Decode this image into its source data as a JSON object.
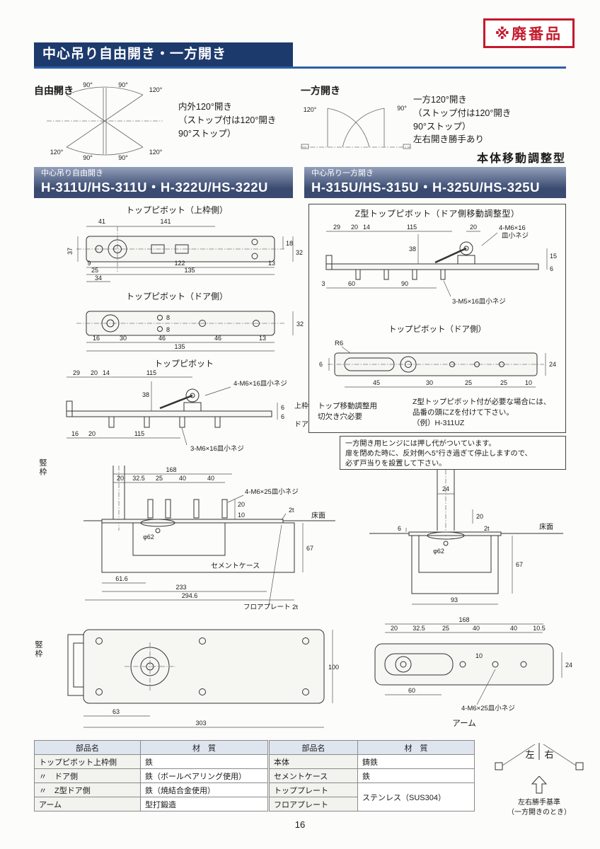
{
  "colors": {
    "accent_red": "#c41a2d",
    "navy": "#1d3a6d",
    "blue_line": "#2e5fa3",
    "header_grad_top": "#93a0bb",
    "header_grad_bottom": "#3a4a70",
    "table_header_bg": "#dfe5ef"
  },
  "badge": "※廃番品",
  "header": {
    "title": "中心吊り自由開き・一方開き",
    "adjust_type": "本体移動調整型",
    "page_number": "16"
  },
  "swing_free": {
    "label": "自由開き",
    "desc": [
      "内外120°開き",
      "（ストップ付は120°開き",
      "90°ストップ）"
    ],
    "angle_120": "120°",
    "angle_90": "90°"
  },
  "swing_one": {
    "label": "一方開き",
    "desc": [
      "一方120°開き",
      "（ストップ付は120°開き",
      "90°ストップ）",
      "左右開き勝手あり"
    ],
    "angle_120": "120°",
    "angle_90": "90°"
  },
  "model_left": {
    "category": "中心吊り自由開き",
    "numbers": "H-311U/HS-311U・H-322U/HS-322U"
  },
  "model_right": {
    "category": "中心吊り一方開き",
    "numbers": "H-315U/HS-315U・H-325U/HS-325U"
  },
  "tate": "竪枠",
  "d1": {
    "label": "トップピボット（上枠側）",
    "dims": [
      "41",
      "141",
      "37",
      "18",
      "32",
      "9",
      "122",
      "13",
      "25",
      "135",
      "34"
    ]
  },
  "d2": {
    "label": "トップピボット（ドア側）",
    "dims": [
      "8",
      "8",
      "32",
      "16",
      "30",
      "46",
      "46",
      "13",
      "135"
    ]
  },
  "d3": {
    "label": "トップピボット",
    "dims": [
      "29",
      "20",
      "14",
      "115",
      "38",
      "6",
      "6",
      "16",
      "20",
      "115"
    ],
    "screw_top": "4-M6×16皿小ネジ",
    "screw_bottom": "3-M6×16皿小ネジ",
    "upper_frame": "上枠",
    "door": "ドア"
  },
  "z": {
    "title": "Z型トップピボット（ドア側移動調整型）",
    "d1": [
      "29",
      "20",
      "14",
      "115",
      "20",
      "38",
      "15",
      "6",
      "3",
      "60",
      "90"
    ],
    "screw1a": "4-M6×16",
    "screw1b": "皿小ネジ",
    "screw2": "3-M5×16皿小ネジ",
    "sub_label": "トップピボット（ドア側）",
    "d2": [
      "R6",
      "6",
      "24",
      "45",
      "30",
      "25",
      "25",
      "10"
    ],
    "note1": [
      "トップ移動調整用",
      "切欠き穴必要"
    ],
    "note2": [
      "Z型トップピボット付が必要な場合には、",
      "品番の頭にZを付けて下さい。",
      "（例）H-311UZ"
    ]
  },
  "caution": [
    "一方開き用ヒンジには押し代がついています。",
    "扉を閉めた時に、反対側へ5°行き過ぎて停止しますので、",
    "必ず戸当りを設置して下さい。"
  ],
  "c1": {
    "dims": [
      "168",
      "20",
      "32.5",
      "25",
      "40",
      "40",
      "20",
      "10",
      "61.6",
      "233",
      "294.6",
      "67"
    ],
    "screw": "4-M6×25皿小ネジ",
    "phi": "φ62",
    "t2": "2t",
    "label_floor": "床面",
    "label_case": "セメントケース",
    "label_plate": "フロアプレート 2t"
  },
  "c2": {
    "dims": [
      "24",
      "20",
      "6",
      "93",
      "67"
    ],
    "phi": "φ62",
    "t2": "2t",
    "floor": "床面"
  },
  "p1": {
    "dims": [
      "63",
      "303",
      "100"
    ]
  },
  "p2": {
    "dims": [
      "168",
      "20",
      "32.5",
      "25",
      "40",
      "40",
      "10.5",
      "10",
      "24",
      "60"
    ],
    "screw": "4-M6×25皿小ネジ",
    "label": "アーム"
  },
  "tables": {
    "left": {
      "h": [
        "部品名",
        "材　質"
      ],
      "rows": [
        [
          "トップピボット上枠側",
          "鉄"
        ],
        [
          "〃　ドア側",
          "鉄（ボールベアリング使用）"
        ],
        [
          "〃　Z型ドア側",
          "鉄（焼結合金使用）"
        ],
        [
          "アーム",
          "型打鍛造"
        ]
      ]
    },
    "right": {
      "h": [
        "部品名",
        "材　質"
      ],
      "rows": [
        [
          "本体",
          "鋳鉄"
        ],
        [
          "セメントケース",
          "鉄"
        ],
        [
          "トッププレート",
          "ステンレス（SUS304）"
        ],
        [
          "フロアプレート",
          ""
        ]
      ]
    }
  },
  "handing": {
    "left": "左",
    "right": "右",
    "caption": [
      "左右勝手基準",
      "（一方開きのとき）"
    ]
  }
}
